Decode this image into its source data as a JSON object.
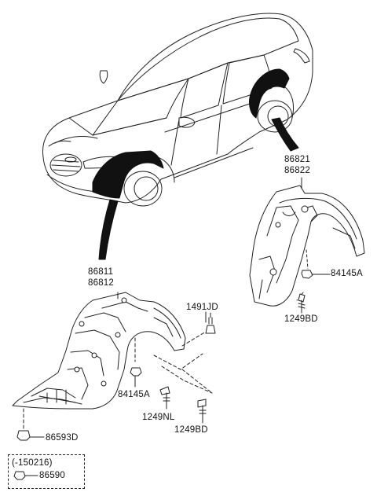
{
  "labels": {
    "front_liner_pair": [
      "86811",
      "86812"
    ],
    "rear_liner_pair": [
      "86821",
      "86822"
    ],
    "clip_top": "1491JD",
    "nut_front": "84145A",
    "screw_nl": "1249NL",
    "screw_bd_front": "1249BD",
    "nut_rear": "84145A",
    "screw_bd_rear": "1249BD",
    "bolt_bottom": "86593D",
    "note_date": "(-150216)",
    "note_part": "86590"
  },
  "icons": [
    "car-icon",
    "front-wheel-guard-icon",
    "rear-wheel-guard-icon",
    "clip-icon",
    "nut-icon",
    "screw-icon",
    "bolt-icon"
  ],
  "colors": {
    "line": "#222222",
    "fill_dark": "#111111",
    "fill_part": "#ffffff"
  }
}
